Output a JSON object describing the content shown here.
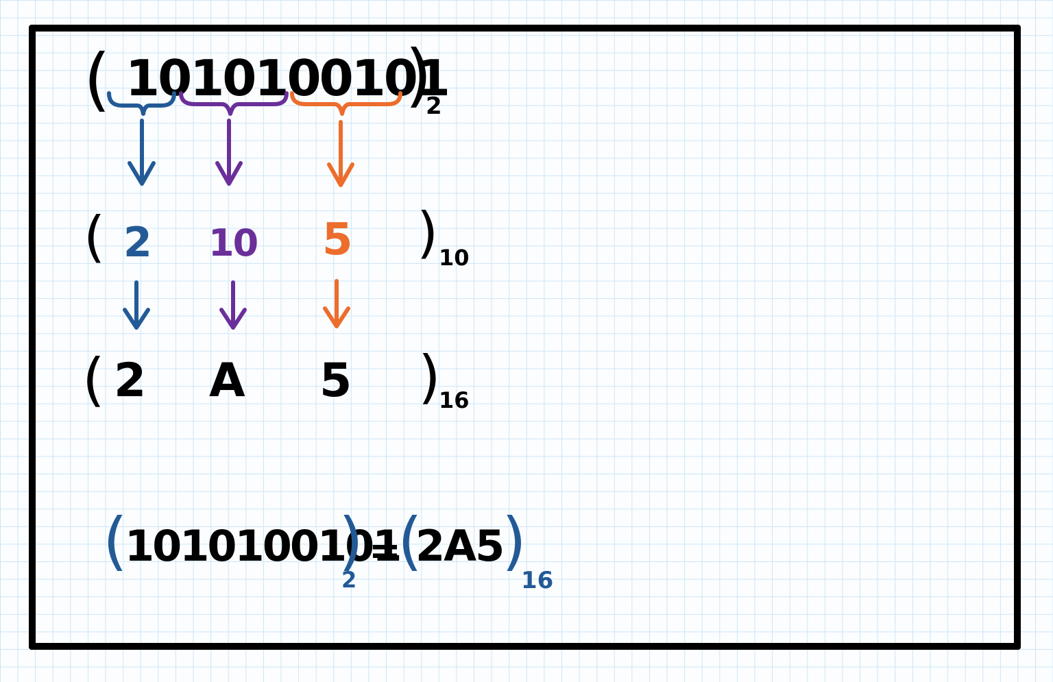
{
  "row1": {
    "open_paren": "(",
    "digits": "1010100101",
    "close_paren": ")",
    "base": "2"
  },
  "groups": [
    {
      "bits": "10",
      "decimal": "2",
      "hex": "2",
      "color": "#235a96"
    },
    {
      "bits": "1010",
      "decimal": "10",
      "hex": "A",
      "color": "#6a2f99"
    },
    {
      "bits": "0101",
      "decimal": "5",
      "hex": "5",
      "color": "#ec6d2c"
    }
  ],
  "row2": {
    "open_paren": "(",
    "close_paren": ")",
    "base": "10"
  },
  "row3": {
    "open_paren": "(",
    "close_paren": ")",
    "base": "16"
  },
  "summary": {
    "open_paren_left": "(",
    "binary": "1010100101",
    "close_paren_left": ")",
    "base_left": "2",
    "equals": "=",
    "open_paren_right": "(",
    "hex": "2A5",
    "close_paren_right": ")",
    "base_right": "16",
    "accent_color": "#235a96"
  }
}
